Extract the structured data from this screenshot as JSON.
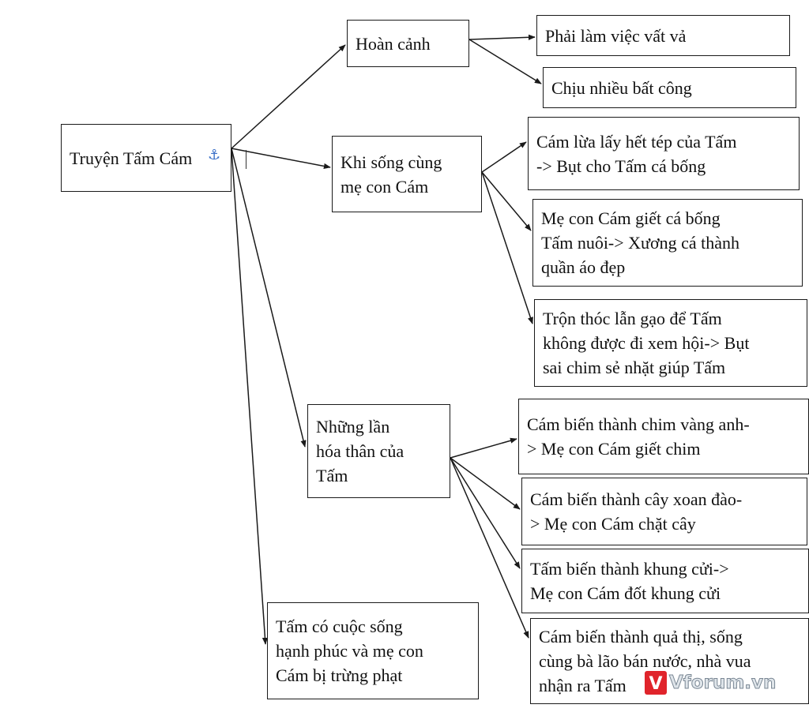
{
  "diagram": {
    "root": "Truyện Tấm Cám",
    "hoan_canh": "Hoàn cảnh",
    "phai_lam": "Phải làm việc vất vả",
    "chiu_nhieu": "Chịu nhiều bất công",
    "khi_song": "Khi sống cùng\nmẹ con Cám",
    "cam_lua": "Cám lừa lấy hết tép của Tấm\n-> Bụt cho Tấm cá bống",
    "me_con": "Mẹ con Cám giết cá bống\nTấm nuôi-> Xương cá thành\nquần áo đẹp",
    "tron_thoc": "Trộn thóc lẫn gạo để Tấm\nkhông được đi xem hội-> Bụt\nsai chim sẻ nhặt giúp Tấm",
    "nhung_lan": "Những lần\nhóa thân của\nTấm",
    "chim_vang": "Cám biến thành chim vàng anh-\n> Mẹ con Cám giết chim",
    "cay_xoan": "Cám biến thành cây xoan đào-\n> Mẹ con Cám chặt cây",
    "khung_cui": "Tấm biến thành khung cửi->\nMẹ con Cám đốt khung cửi",
    "qua_thi": "Cám biến thành quả thị, sống\ncùng bà lão bán nước, nhà vua\nnhận ra Tấm",
    "tam_co": "Tấm có cuộc sống\nhạnh phúc và mẹ con\nCám bị trừng phạt"
  },
  "watermark": {
    "text": "Vforum.vn",
    "logo_letter": "V",
    "color_logo": "#e0242b"
  },
  "colors": {
    "line": "#1a1a1a",
    "anchor_icon": "#3a6fc7"
  },
  "icons": {
    "anchor": "anchor-icon"
  }
}
